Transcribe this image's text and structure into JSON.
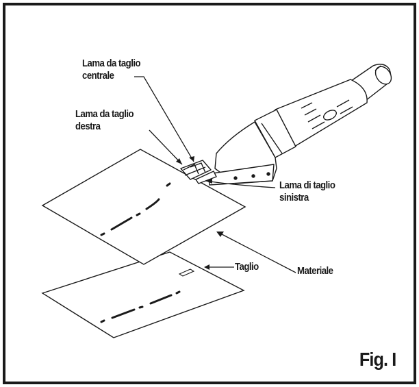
{
  "labels": {
    "center_blade": {
      "line1": "Lama da taglio",
      "line2": "centrale"
    },
    "right_blade": {
      "line1": "Lama da taglio",
      "line2": "destra"
    },
    "left_blade": {
      "line1": "Lama di taglio",
      "line2": "sinistra"
    },
    "cut": "Taglio",
    "material": "Materiale"
  },
  "figure": "Fig. I",
  "colors": {
    "ink": "#1a1a1a",
    "background": "#ffffff"
  }
}
